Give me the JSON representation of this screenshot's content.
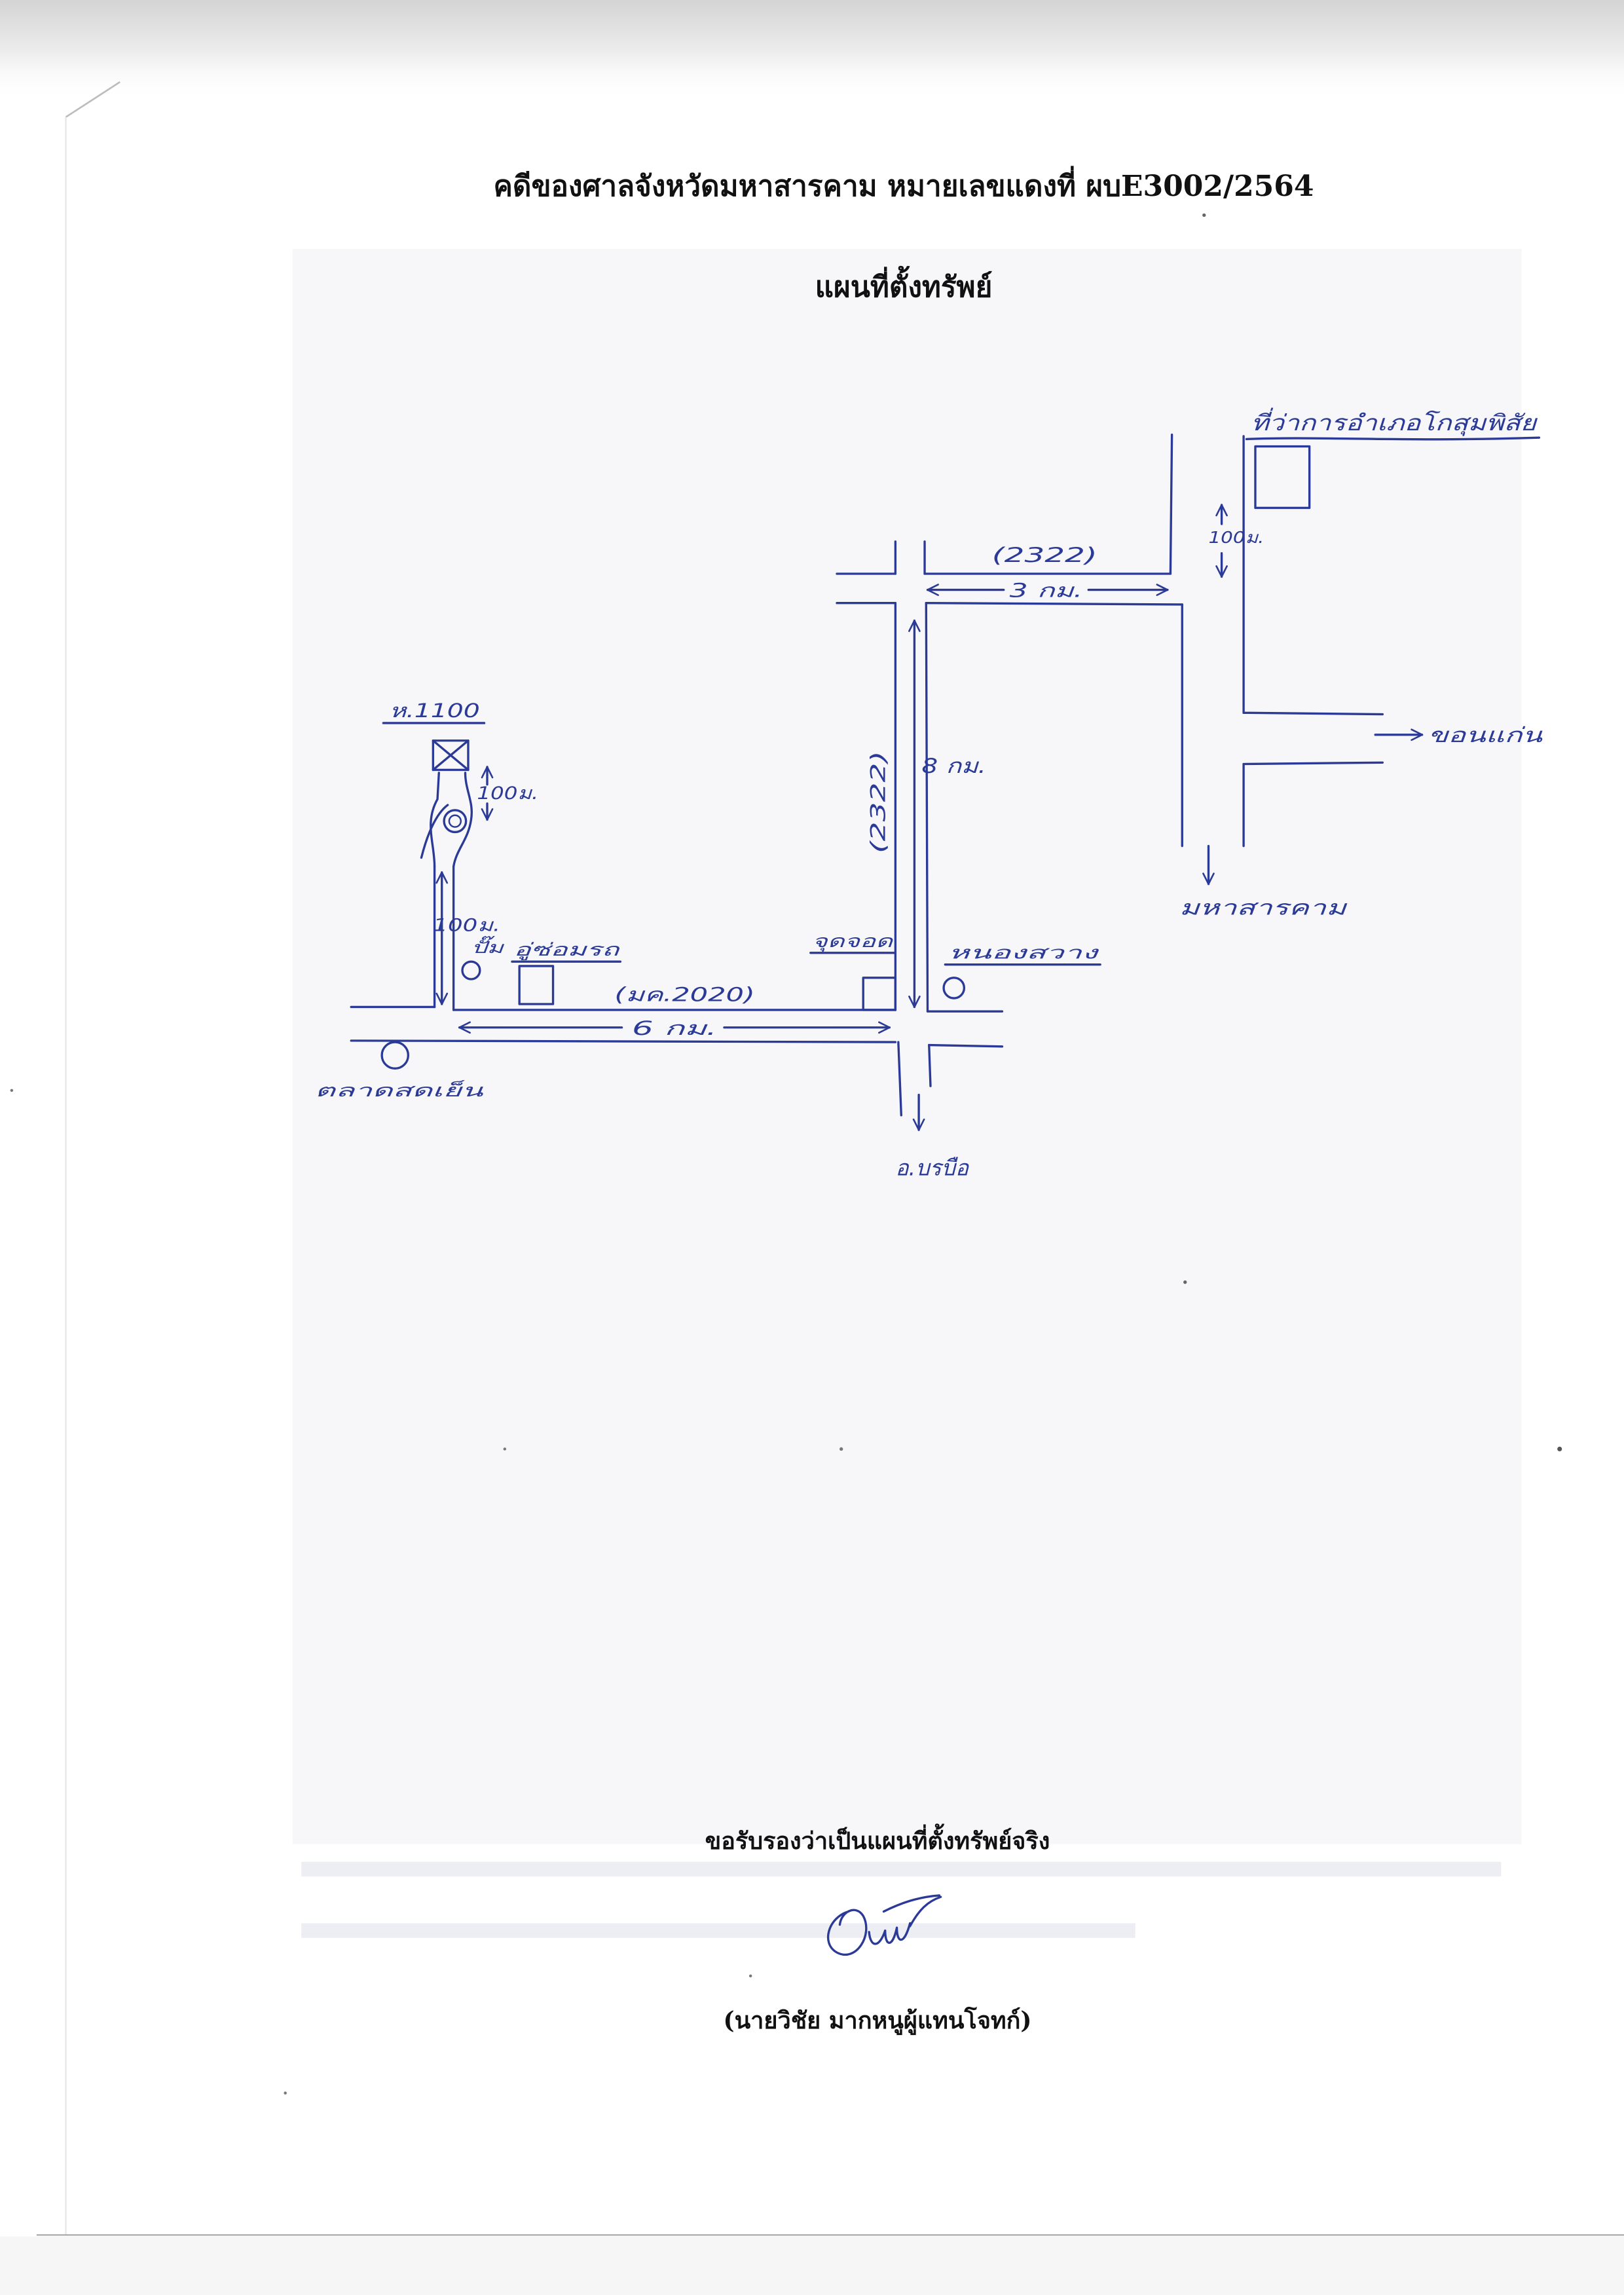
{
  "document": {
    "case_title": "คดีของศาลจังหวัดมหาสารคาม หมายเลขแดงที่ ผบE3002/2564",
    "map_title": "แผนที่ตั้งทรัพย์"
  },
  "map": {
    "labels": {
      "district_office": "ที่ว่าการอำเภอโกสุมพิสัย",
      "district_office_distance": "100ม.",
      "road_2322_east_west": "(2322)",
      "road_2322_east_west_distance": "3 กม.",
      "to_khon_kaen": "ขอนแก่น",
      "to_maha_sarakham": "มหาสารคาม",
      "road_2322_north_south": "(2322)",
      "road_2322_north_south_distance": "8 กม.",
      "road_mk2020": "(มค.2020)",
      "road_mk2020_distance": "6 กม.",
      "to_borabue": "อ.บรบือ",
      "property_plot": "ห.1100",
      "property_distance": "100ม.",
      "junction_distance": "100ม.",
      "landmark_west_circle": "ปั๊ม",
      "landmark_west_building": "อู่ซ่อมรถ",
      "landmark_east_building": "จุดจอด",
      "landmark_east_circle": "หนองสวาง",
      "landmark_southwest_circle": "ตลาดสดเย็น"
    }
  },
  "certification": {
    "statement": "ขอรับรองว่าเป็นแผนที่ตั้งทรัพย์จริง",
    "signatory": "(นายวิชัย มากหนูผู้แทนโจทก์)"
  },
  "colors": {
    "ink": "#2b3a96",
    "print": "#111111",
    "paper": "#ffffff"
  }
}
